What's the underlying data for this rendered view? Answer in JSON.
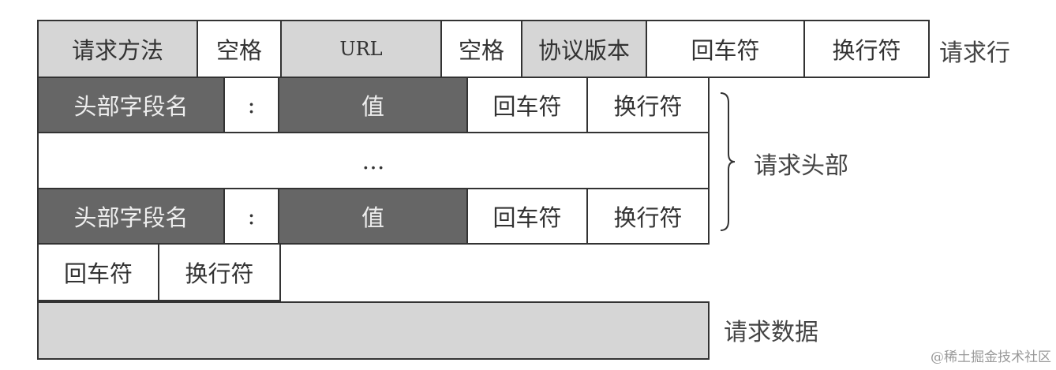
{
  "request_line": {
    "cells": [
      "请求方法",
      "空格",
      "URL",
      "空格",
      "协议版本",
      "回车符",
      "换行符"
    ],
    "label": "请求行"
  },
  "header_row_1": {
    "cells": [
      "头部字段名",
      ":",
      "值",
      "回车符",
      "换行符"
    ]
  },
  "ellipsis_row": "…",
  "header_row_2": {
    "cells": [
      "头部字段名",
      ":",
      "值",
      "回车符",
      "换行符"
    ]
  },
  "headers_label": "请求头部",
  "blank_line": {
    "cells": [
      "回车符",
      "换行符"
    ]
  },
  "body_label": "请求数据",
  "watermark": "@稀土掘金技术社区",
  "colors": {
    "light_gray": "#d6d6d6",
    "dark_gray": "#666666",
    "border": "#333333"
  }
}
